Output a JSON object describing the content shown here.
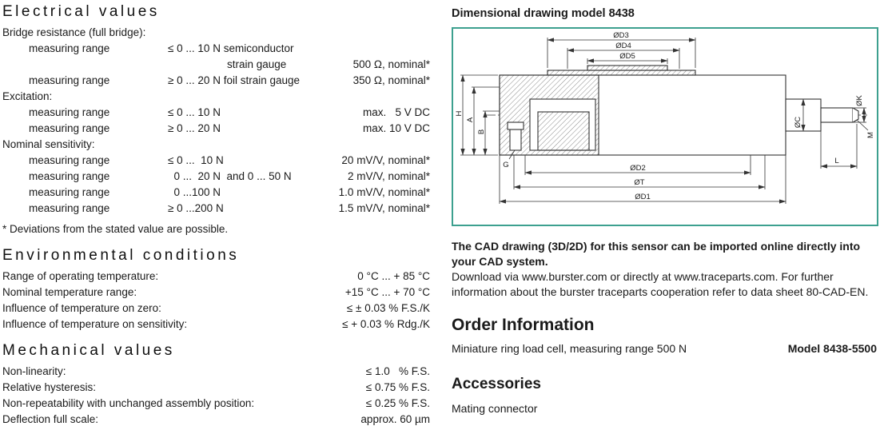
{
  "colors": {
    "frame_border": "#3da08f"
  },
  "electrical": {
    "title": "Electrical values",
    "bridge": {
      "heading": "Bridge resistance (full bridge):",
      "r1_label": "measuring range",
      "r1_range": "≤ 0 ... 10 N semiconductor",
      "r2_left": "strain gauge",
      "r2_value": "500 Ω, nominal*",
      "r3_label": "measuring range",
      "r3_range": "≥ 0 ... 20 N foil strain gauge",
      "r3_value": "350 Ω, nominal*"
    },
    "excitation": {
      "heading": "Excitation:",
      "rows": [
        {
          "label": "measuring range",
          "range": "≤ 0 ... 10 N",
          "value": "max.   5 V DC"
        },
        {
          "label": "measuring range",
          "range": "≥ 0 ... 20 N",
          "value": "max. 10 V DC"
        }
      ]
    },
    "sensitivity": {
      "heading": "Nominal sensitivity:",
      "rows": [
        {
          "label": "measuring range",
          "range": "≤ 0 ...  10 N",
          "value": "20 mV/V, nominal*"
        },
        {
          "label": "measuring range",
          "range": "  0 ...  20 N  and 0 ... 50 N",
          "value": "2 mV/V, nominal*"
        },
        {
          "label": "measuring range",
          "range": "  0 ...100 N",
          "value": "1.0 mV/V, nominal*"
        },
        {
          "label": "measuring range",
          "range": "≥ 0 ...200 N",
          "value": "1.5 mV/V, nominal*"
        }
      ]
    },
    "footnote": "* Deviations from the stated value are possible."
  },
  "environmental": {
    "title": "Environmental conditions",
    "rows": [
      {
        "label": "Range of operating temperature:",
        "value": "0 °C ... + 85 °C"
      },
      {
        "label": "Nominal temperature range:",
        "value": "+15 °C ... + 70 °C"
      },
      {
        "label": "Influence of temperature on zero:",
        "value": "≤ ± 0.03 % F.S./K"
      },
      {
        "label": "Influence of temperature on sensitivity:",
        "value": "≤ + 0.03 % Rdg./K"
      }
    ]
  },
  "mechanical": {
    "title": "Mechanical values",
    "rows": [
      {
        "label": "Non-linearity:",
        "value": "≤ 1.0   % F.S."
      },
      {
        "label": "Relative hysteresis:",
        "value": "≤ 0.75 % F.S."
      },
      {
        "label": "Non-repeatability with unchanged assembly position:",
        "value": "≤ 0.25 % F.S."
      },
      {
        "label": "Deflection full scale:",
        "value": "approx. 60 µm"
      }
    ]
  },
  "drawing": {
    "title": "Dimensional drawing model 8438",
    "labels": {
      "d3": "ØD3",
      "d4": "ØD4",
      "d5": "ØD5",
      "c": "ØC",
      "k": "ØK",
      "h": "H",
      "a": "A",
      "b": "B",
      "g": "G",
      "m": "M",
      "l": "L",
      "d2": "ØD2",
      "t": "ØT",
      "d1": "ØD1"
    }
  },
  "cad": {
    "bold_text": "The CAD drawing (3D/2D) for this sensor can be imported online directly into your CAD system.",
    "body_text": "Download via www.burster.com or directly at www.traceparts.com. For further information about the burster traceparts cooperation refer to data sheet 80-CAD-EN."
  },
  "order": {
    "title": "Order Information",
    "item": "Miniature ring load cell, measuring range 500 N",
    "model": "Model 8438-5500"
  },
  "accessories": {
    "title": "Accessories",
    "item": "Mating connector"
  }
}
